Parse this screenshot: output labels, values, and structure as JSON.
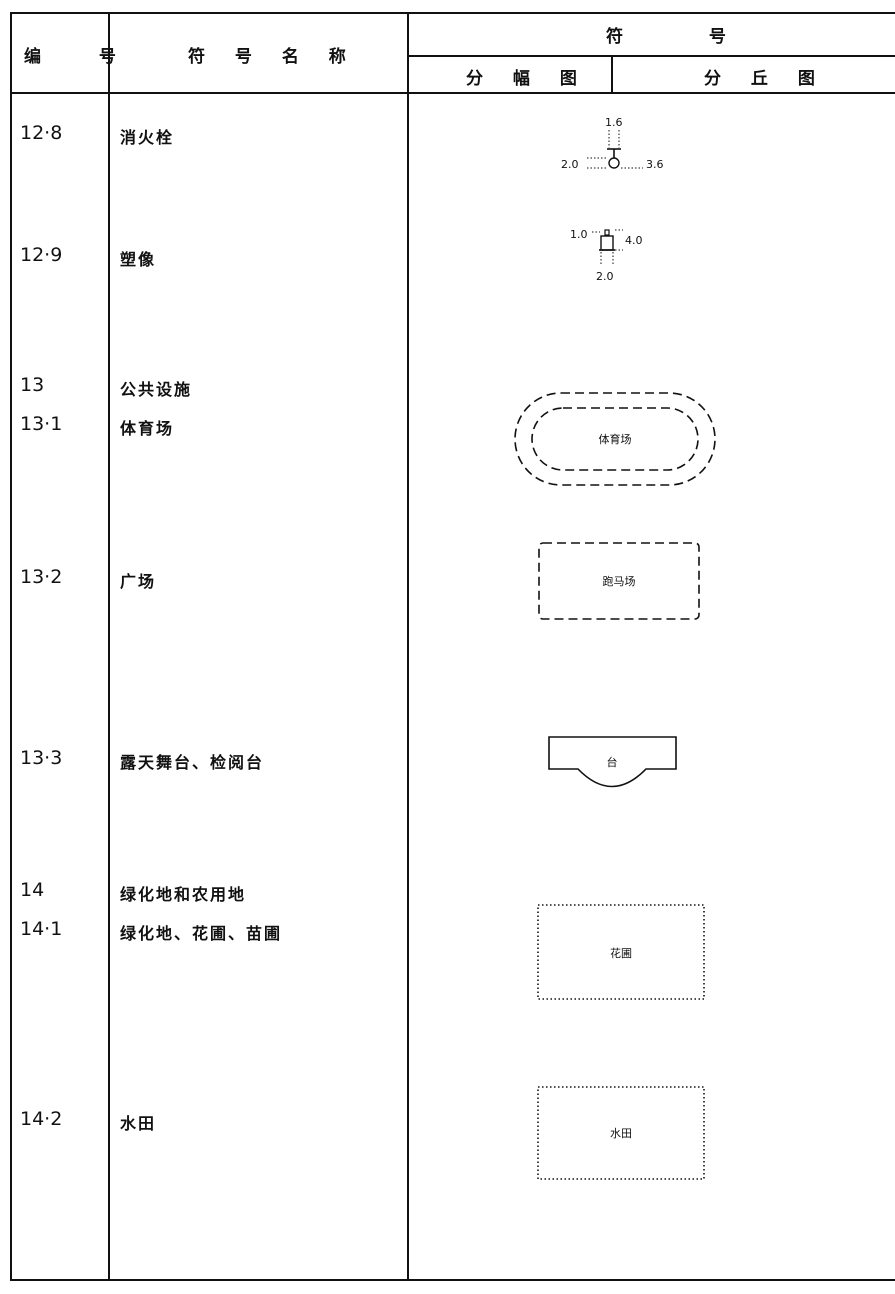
{
  "header": {
    "col_number": "编 号",
    "col_name": "符 号 名 称",
    "col_symbol": "符 号",
    "sub_sheet": "分 幅 图",
    "sub_dune": "分 丘 图"
  },
  "rows": [
    {
      "number": "12·8",
      "name": "消火栓",
      "dims": [
        "1.6",
        "2.0",
        "3.6"
      ]
    },
    {
      "number": "12·9",
      "name": "塑像",
      "dims": [
        "1.0",
        "4.0",
        "2.0"
      ]
    },
    {
      "number": "13",
      "name": "公共设施"
    },
    {
      "number": "13·1",
      "name": "体育场",
      "label": "体育场"
    },
    {
      "number": "13·2",
      "name": "广场",
      "label": "跑马场"
    },
    {
      "number": "13·3",
      "name": "露天舞台、检阅台",
      "label": "台"
    },
    {
      "number": "14",
      "name": "绿化地和农用地"
    },
    {
      "number": "14·1",
      "name": "绿化地、花圃、苗圃",
      "label": "花圃"
    },
    {
      "number": "14·2",
      "name": "水田",
      "label": "水田"
    }
  ]
}
